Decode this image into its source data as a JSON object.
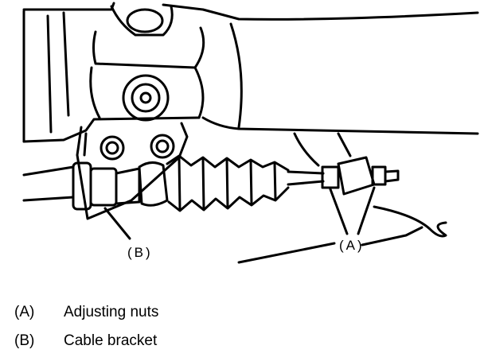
{
  "figure": {
    "callouts": {
      "a": "(A)",
      "b": "(B)"
    }
  },
  "legend": [
    {
      "key": "(A)",
      "text": "Adjusting nuts"
    },
    {
      "key": "(B)",
      "text": "Cable bracket"
    }
  ]
}
